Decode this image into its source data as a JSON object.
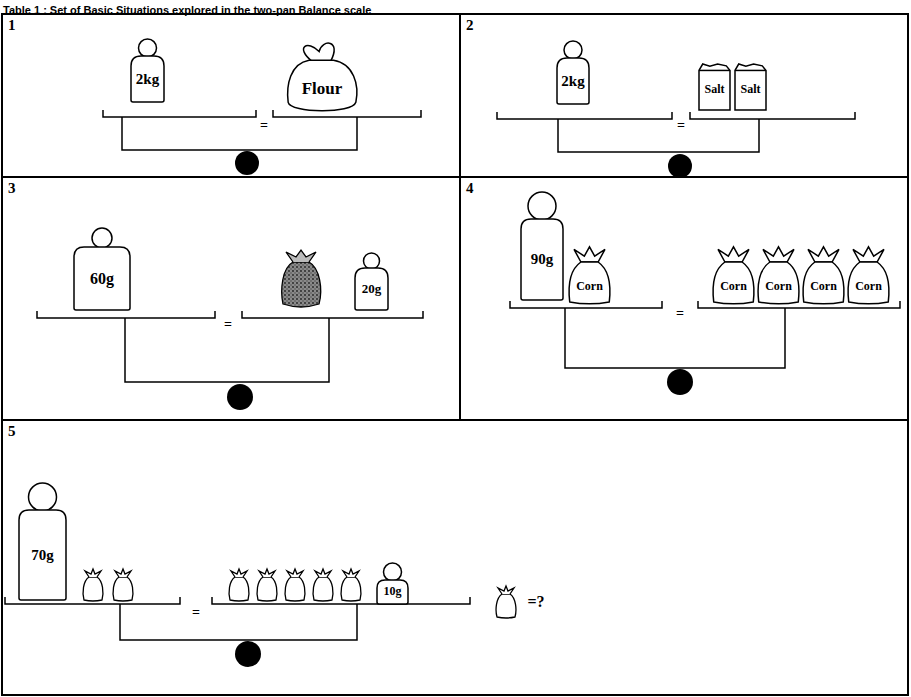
{
  "diagram": {
    "title": "Table 1 : Set of Basic Situations explored in the two-pan Balance scale",
    "nodes": [
      {
        "text": [
          "1"
        ]
      },
      {
        "text": [
          "2kg"
        ],
        "in": 0
      },
      {
        "text": [
          "Flour"
        ],
        "in": 0
      },
      {
        "text": [
          "2"
        ]
      },
      {
        "text": [
          "2kg"
        ],
        "in": 3
      },
      {
        "text": [
          "Salt"
        ],
        "in": 3
      },
      {
        "text": [
          "Salt"
        ],
        "in": 3
      },
      {
        "text": [
          "3"
        ]
      },
      {
        "text": [
          "60g"
        ],
        "in": 7
      },
      {
        "text": [
          "20g"
        ],
        "in": 7
      },
      {
        "text": [
          "4"
        ]
      },
      {
        "text": [
          "90g"
        ],
        "in": 10
      },
      {
        "text": [
          "Corn"
        ],
        "in": 10
      },
      {
        "text": [
          "Corn"
        ],
        "in": 10
      },
      {
        "text": [
          "Corn"
        ],
        "in": 10
      },
      {
        "text": [
          "Corn"
        ],
        "in": 10
      },
      {
        "text": [
          "Corn"
        ],
        "in": 10
      },
      {
        "text": [
          "5"
        ]
      },
      {
        "text": [
          "70g"
        ],
        "in": 17
      },
      {
        "text": [
          "10g"
        ],
        "in": 17
      }
    ],
    "labels": [
      "=",
      "=",
      "=",
      "=",
      "=",
      "=?"
    ]
  }
}
